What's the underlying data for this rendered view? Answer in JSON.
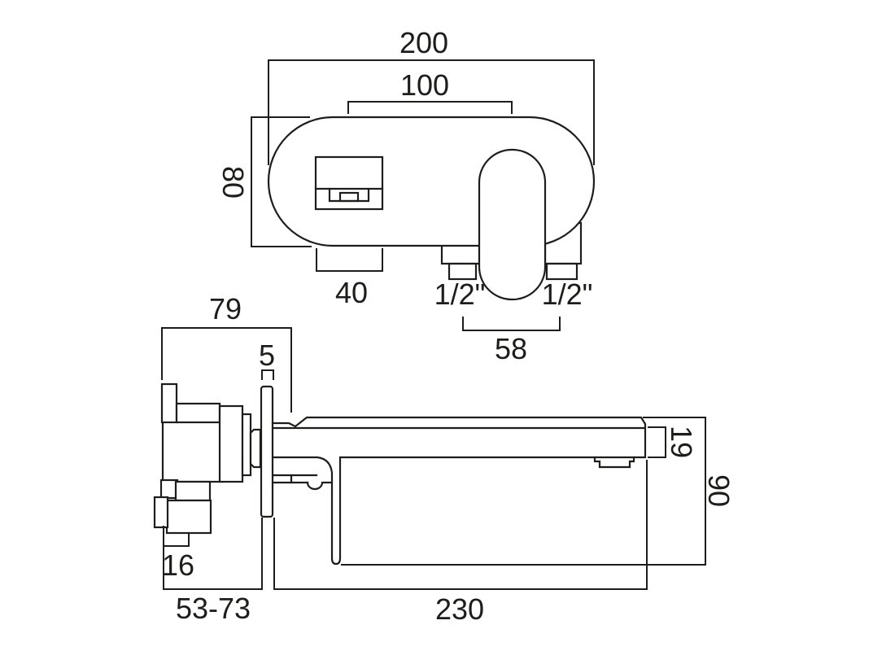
{
  "colors": {
    "line": "#1d1d1b",
    "background": "#ffffff"
  },
  "front_view": {
    "overall_width": "200",
    "spout_to_handle_centres": "100",
    "plate_height": "80",
    "spout_width": "40",
    "inlet_left": "1/2\"",
    "inlet_right": "1/2\"",
    "inlet_spacing": "58"
  },
  "side_view": {
    "concealed_depth": "79",
    "plate_thickness": "5",
    "inlet_offset": "16",
    "wall_adjustment_range": "53-73",
    "spout_projection": "230",
    "spout_height": "19",
    "overall_height": "90"
  }
}
